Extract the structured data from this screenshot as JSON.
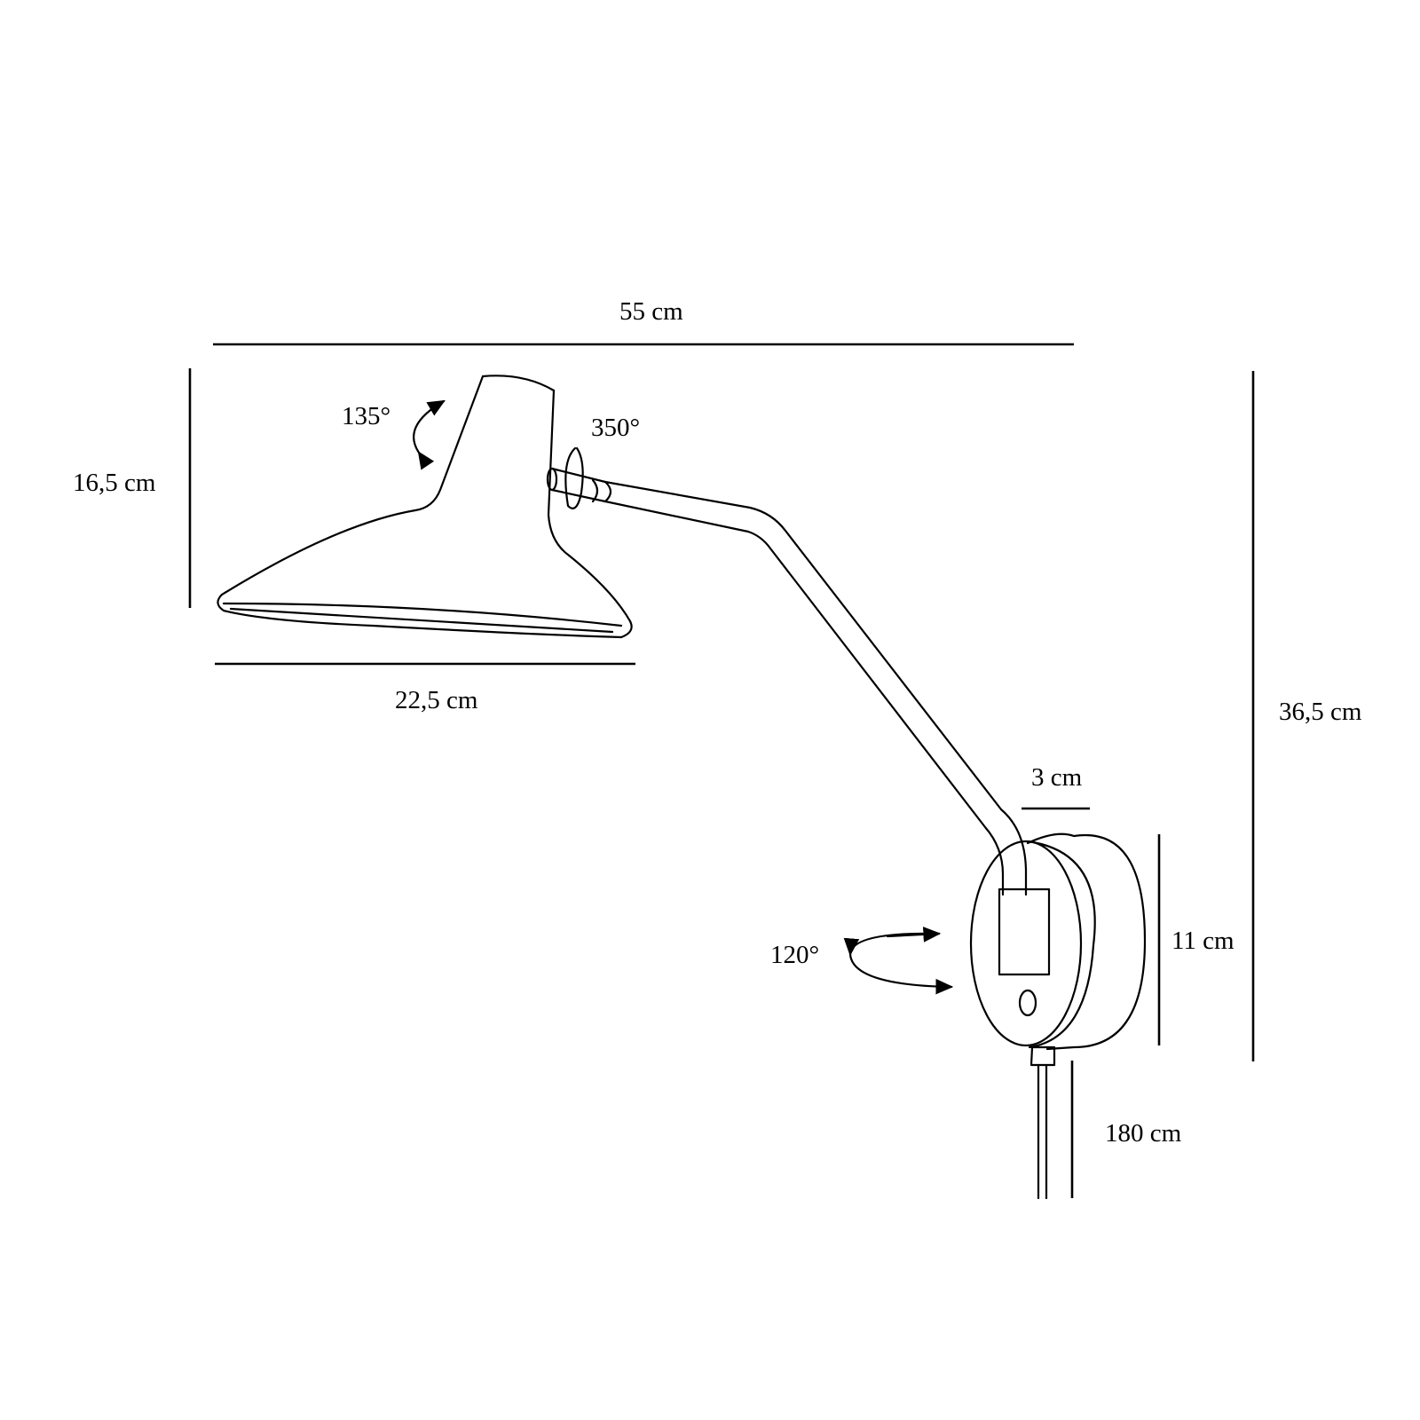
{
  "title": "Wall lamp dimension drawing",
  "colors": {
    "line": "#000000",
    "background": "#ffffff"
  },
  "dimensions": {
    "total_width": "55 cm",
    "shade_height": "16,5 cm",
    "shade_diameter": "22,5 cm",
    "total_height": "36,5 cm",
    "base_depth": "3 cm",
    "base_height": "11 cm",
    "cable_length": "180 cm"
  },
  "rotations": {
    "shade_tilt": "135°",
    "shade_swivel": "350°",
    "base_swivel": "120°"
  },
  "parts": [
    "lamp-shade",
    "arm",
    "swivel-joint",
    "wall-base",
    "switch",
    "cable"
  ]
}
